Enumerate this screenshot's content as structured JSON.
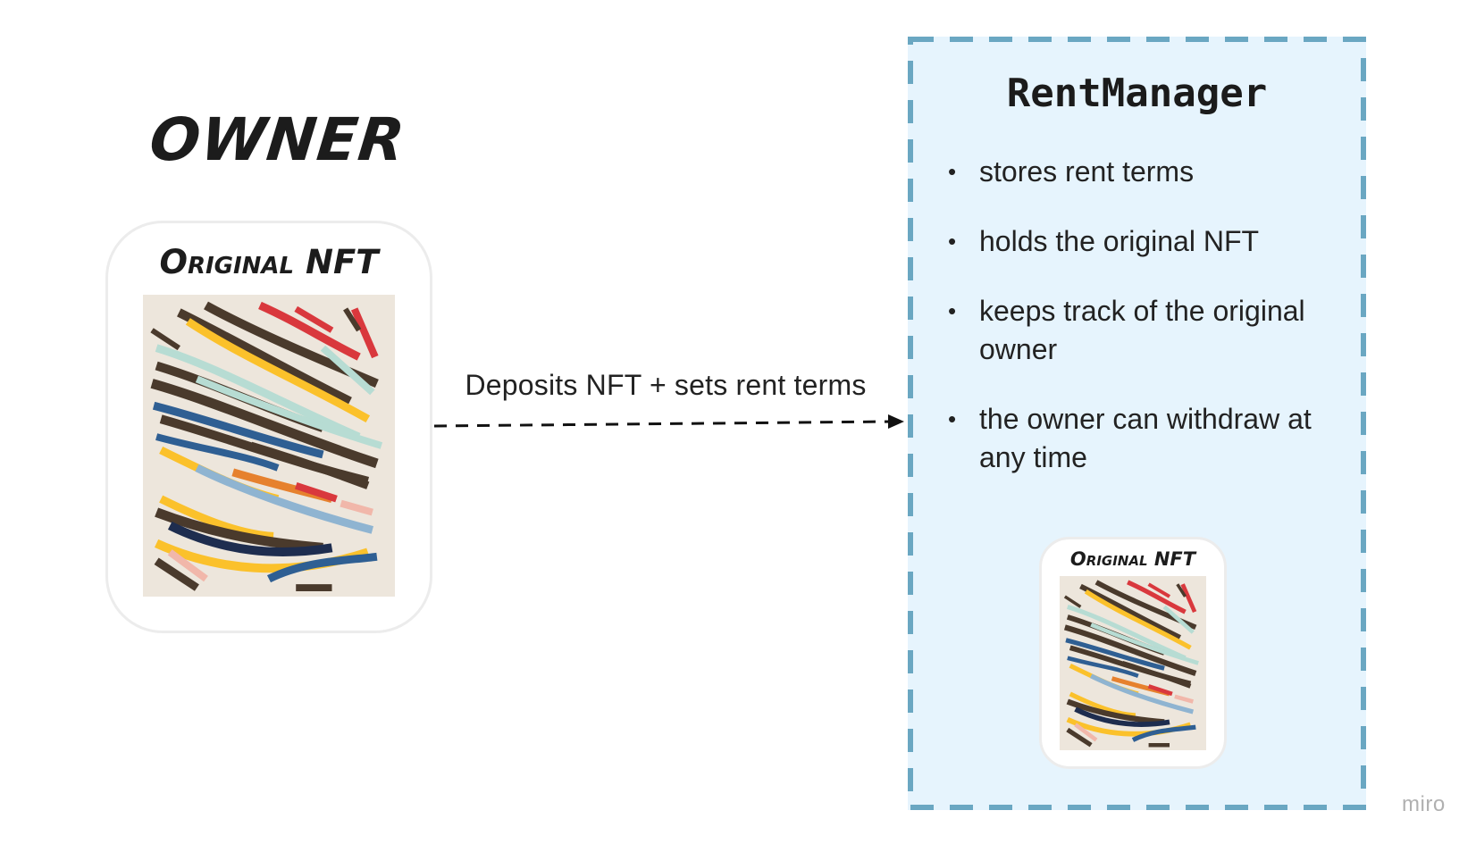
{
  "owner": {
    "title": "OWNER",
    "nft_card": {
      "title": "Original NFT"
    }
  },
  "arrow": {
    "label": "Deposits NFT + sets rent terms"
  },
  "rent_manager": {
    "title": "RentManager",
    "items": [
      "stores rent terms",
      "holds the original NFT",
      "keeps track of the original owner",
      "the owner can withdraw at any time"
    ],
    "nft_card": {
      "title": "Original NFT"
    }
  },
  "colors": {
    "container_fill": "#e6f4fd",
    "container_border": "#6aa7c2",
    "art_background": "#ede6dc",
    "stripe_colors": [
      "#4a3a2c",
      "#fbc12b",
      "#b7dcd3",
      "#d9383d",
      "#2f5f93",
      "#e6812e",
      "#8fb4d1",
      "#f1b7aa",
      "#1e2d4f"
    ]
  },
  "watermark": "miro"
}
